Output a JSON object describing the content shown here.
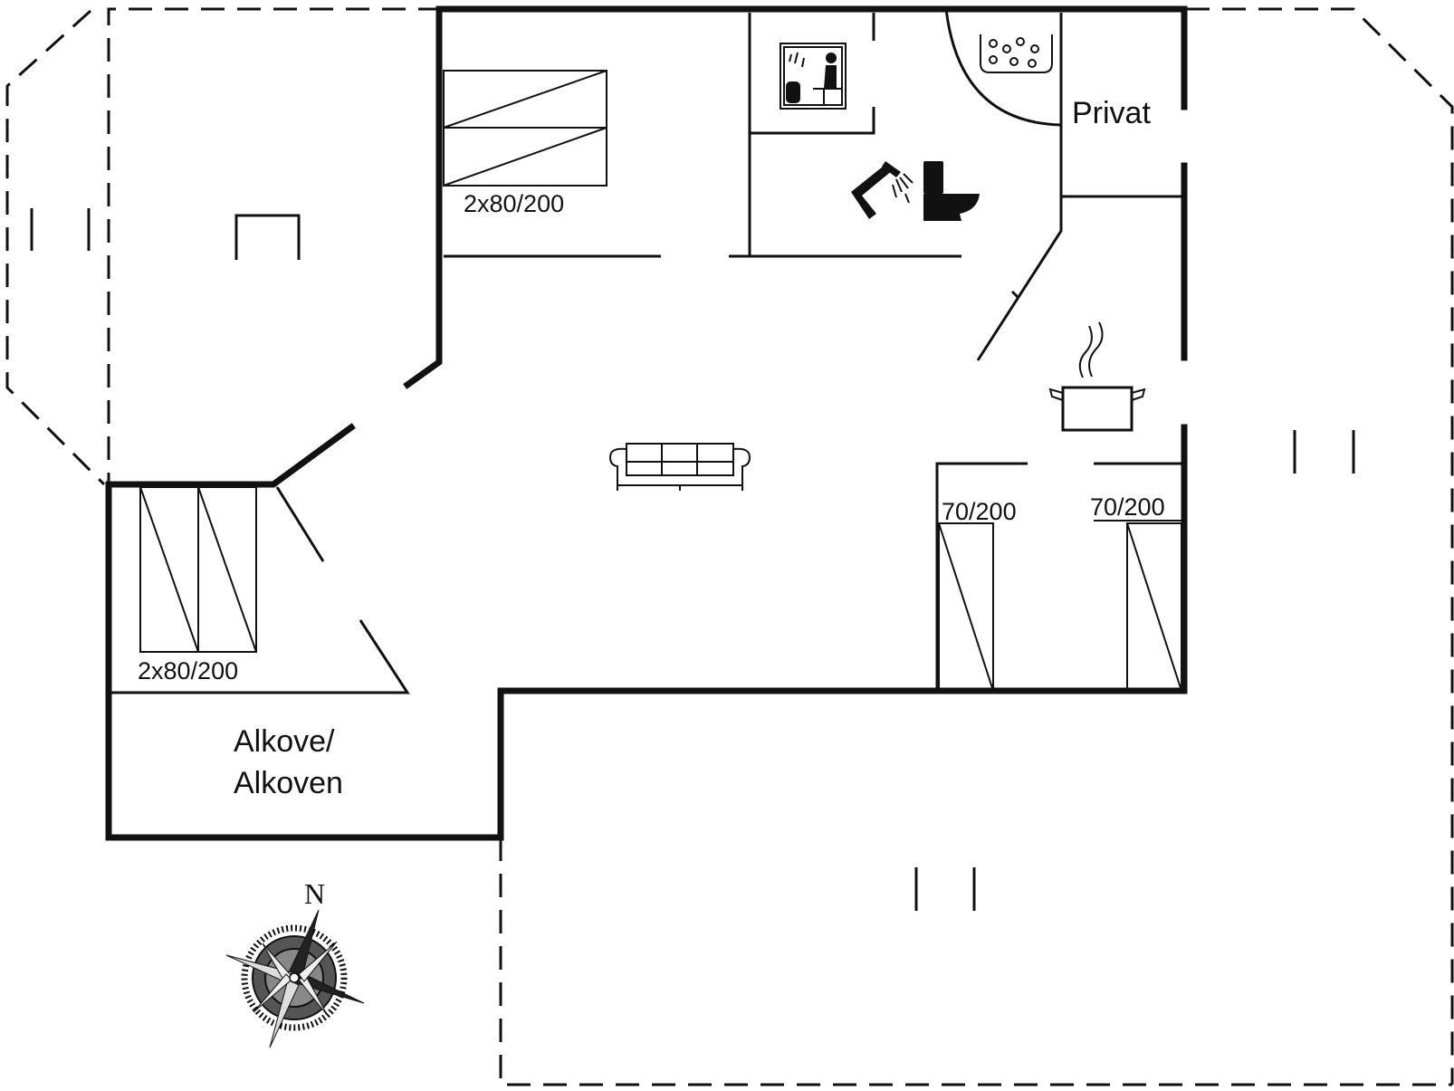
{
  "labels": {
    "bed_top": "2x80/200",
    "bed_left": "2x80/200",
    "bed_mid": "70/200",
    "bed_right": "70/200",
    "privat": "Privat",
    "alcove_line1": "Alkove/",
    "alcove_line2": "Alkoven",
    "north": "N"
  },
  "icons": [
    "sauna-icon",
    "whirlpool-icon",
    "shower-icon",
    "toilet-icon",
    "cooking-pot-icon",
    "sofa-icon",
    "compass-rose-icon"
  ],
  "colors": {
    "line": "#111111",
    "background": "#ffffff"
  }
}
